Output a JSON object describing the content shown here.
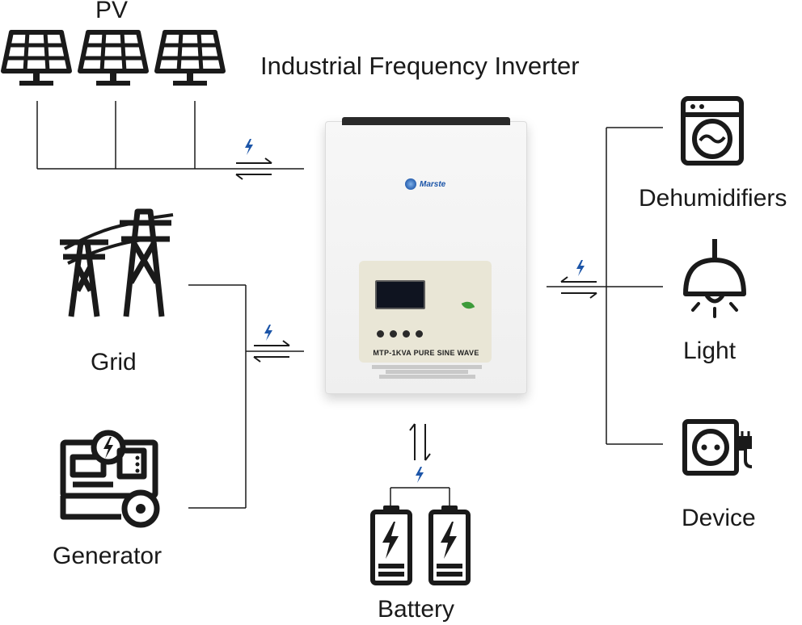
{
  "title": "Industrial Frequency Inverter",
  "nodes": {
    "pv": "PV",
    "grid": "Grid",
    "generator": "Generator",
    "battery": "Battery",
    "dehumidifiers": "Dehumidifiers",
    "light": "Light",
    "device": "Device"
  },
  "inverter": {
    "brand": "Marste",
    "model": "MTP-1KVA PURE SINE WAVE"
  },
  "colors": {
    "line": "#1a1a1a",
    "bolt": "#1c55a8",
    "icon": "#1a1a1a"
  },
  "icons": [
    "solar-panel-icon",
    "transmission-tower-icon",
    "generator-icon",
    "battery-icon",
    "washing-machine-icon",
    "pendant-lamp-icon",
    "power-socket-icon",
    "lightning-bolt-icon",
    "bidirectional-arrow-icon"
  ]
}
